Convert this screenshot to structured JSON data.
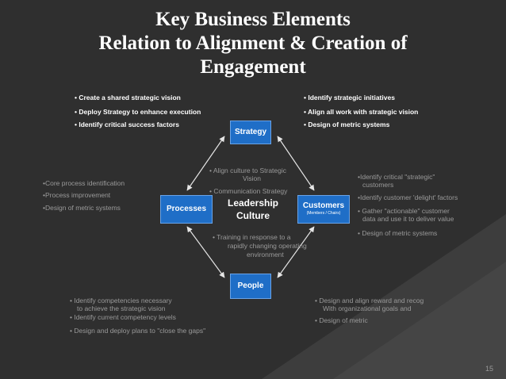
{
  "title": {
    "line1": "Key Business Elements",
    "line2": "Relation to Alignment & Creation of",
    "line3": "Engagement"
  },
  "top_left": {
    "items": [
      "• Create a shared strategic vision",
      "• Deploy Strategy to enhance execution",
      "•    Identify critical success factors"
    ]
  },
  "top_right": {
    "items": [
      "• Identify strategic initiatives",
      "• Align all work with strategic vision",
      "•     Design of metric systems"
    ]
  },
  "boxes": {
    "strategy": "Strategy",
    "processes": "Processes",
    "customers": "Customers",
    "customers_sub": "(Members / Chairs)",
    "people": "People"
  },
  "center": {
    "line1": "Leadership",
    "line2": "Culture",
    "align1": "• Align culture to Strategic",
    "align2": "Vision",
    "comm": "• Communication Strategy",
    "train1": "•     Training in response to a",
    "train2": "rapidly changing operating",
    "train3": "environment"
  },
  "left_items": [
    "•Core process identification",
    "•Process improvement",
    "•Design of metric systems"
  ],
  "right_items": {
    "i1a": "•Identify critical \"strategic\"",
    "i1b": "customers",
    "i2": "•Identify customer 'delight' factors",
    "i3a": "• Gather \"actionable\" customer",
    "i3b": "data and use it to deliver value",
    "i4": "• Design of metric systems"
  },
  "bottom_left": {
    "i1a": "•  Identify competencies necessary",
    "i1b": "to achieve the strategic vision",
    "i2": "• Identify current competency levels",
    "i3": "• Design and deploy plans to \"close the gaps\""
  },
  "bottom_right": {
    "i1a": "• Design and align reward and recog",
    "i1b": "With organizational goals and",
    "i2": "• Design of metric"
  },
  "page_number": "15",
  "colors": {
    "background": "#2f2f2f",
    "box": "#1f6ec7",
    "text": "#ffffff",
    "muted": "#9a9a9a"
  }
}
